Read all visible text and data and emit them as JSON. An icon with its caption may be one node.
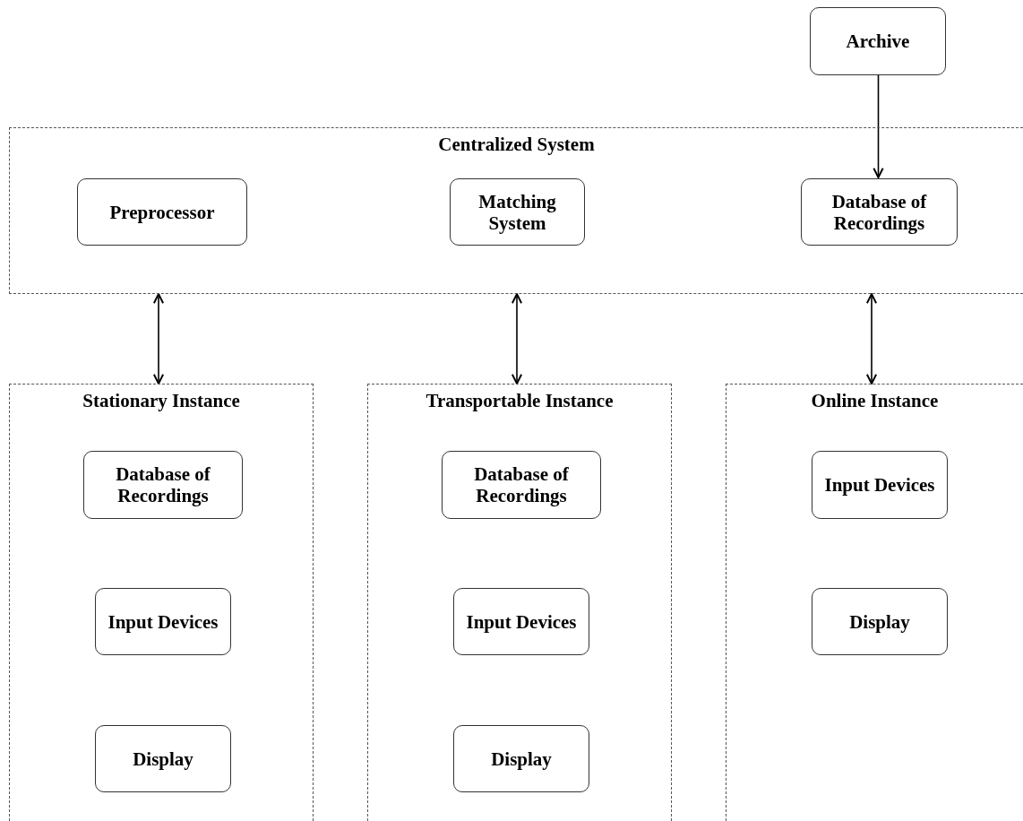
{
  "diagram": {
    "nodes": [
      {
        "text": [
          "Archive"
        ]
      },
      {
        "text": [
          "Centralized System"
        ]
      },
      {
        "text": [
          "Preprocessor"
        ],
        "in": 1
      },
      {
        "text": [
          "Matching System"
        ],
        "in": 1
      },
      {
        "text": [
          "Database of Recordings"
        ],
        "in": 1
      },
      {
        "text": [
          "Stationary Instance"
        ]
      },
      {
        "text": [
          "Database of Recordings"
        ],
        "in": 5
      },
      {
        "text": [
          "Input Devices"
        ],
        "in": 5
      },
      {
        "text": [
          "Display"
        ],
        "in": 5
      },
      {
        "text": [
          "Transportable Instance"
        ]
      },
      {
        "text": [
          "Database of Recordings"
        ],
        "in": 9
      },
      {
        "text": [
          "Input Devices"
        ],
        "in": 9
      },
      {
        "text": [
          "Display"
        ],
        "in": 9
      },
      {
        "text": [
          "Online Instance"
        ]
      },
      {
        "text": [
          "Input Devices"
        ],
        "in": 13
      },
      {
        "text": [
          "Display"
        ],
        "in": 13
      }
    ],
    "edges": [
      {
        "from": 0,
        "to": 4,
        "arrow": "to"
      },
      {
        "from": 1,
        "to": 5,
        "arrow": "both"
      },
      {
        "from": 1,
        "to": 9,
        "arrow": "both"
      },
      {
        "from": 1,
        "to": 13,
        "arrow": "both"
      }
    ]
  }
}
